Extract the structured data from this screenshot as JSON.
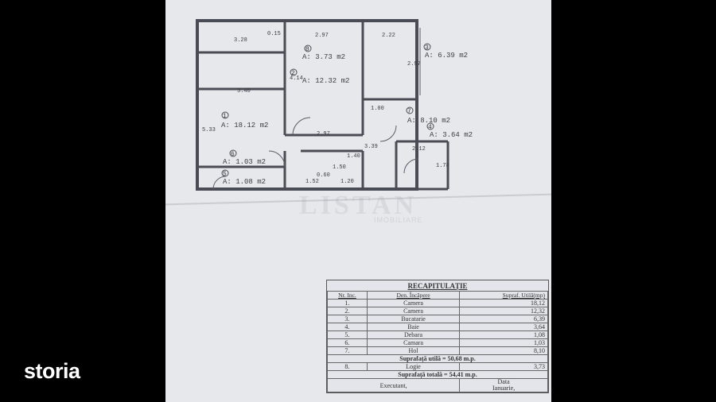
{
  "brand": {
    "logo": "storia"
  },
  "watermark": {
    "text": "LISTAN",
    "sub": "IMOBILIARE"
  },
  "plan": {
    "dims": [
      "3.28",
      "0.15",
      "2.97",
      "2.22",
      "3.40",
      "4.14",
      "2.97",
      "5.33",
      "1.00",
      "2.97",
      "3.39",
      "1.40",
      "2.12",
      "1.78",
      "1.50",
      "1.52",
      "0.60",
      "1.20"
    ],
    "rooms": [
      {
        "num": "1",
        "area": "A: 18.12 m2"
      },
      {
        "num": "2",
        "area": "A: 12.32 m2"
      },
      {
        "num": "3",
        "area": "A: 6.39 m2"
      },
      {
        "num": "4",
        "area": "A: 3.64 m2"
      },
      {
        "num": "5",
        "area": "A: 1.08 m2"
      },
      {
        "num": "6",
        "area": "A: 1.03 m2"
      },
      {
        "num": "7",
        "area": "A: 8.10 m2"
      },
      {
        "num": "8",
        "area": "A: 3.73 m2"
      }
    ]
  },
  "recap": {
    "title": "RECAPITULAȚIE",
    "headers": [
      "Nr. Inc.",
      "Den. Încăpere",
      "Supraf. Utilă(mp)"
    ],
    "rows": [
      [
        "1.",
        "Camera",
        "18,12"
      ],
      [
        "2.",
        "Camera",
        "12,32"
      ],
      [
        "3.",
        "Bucatarie",
        "6,39"
      ],
      [
        "4.",
        "Baie",
        "3,64"
      ],
      [
        "5.",
        "Debara",
        "1,08"
      ],
      [
        "6.",
        "Camara",
        "1,03"
      ],
      [
        "7.",
        "Hol",
        "8,10"
      ]
    ],
    "util_total": "Suprafață utilă = 50,68 m.p.",
    "logie": [
      "8.",
      "Logie",
      "3,73"
    ],
    "grand_total": "Suprafață totală = 54,41 m.p.",
    "footer": [
      "Executant,",
      "Data",
      "Ianuarie,"
    ]
  }
}
